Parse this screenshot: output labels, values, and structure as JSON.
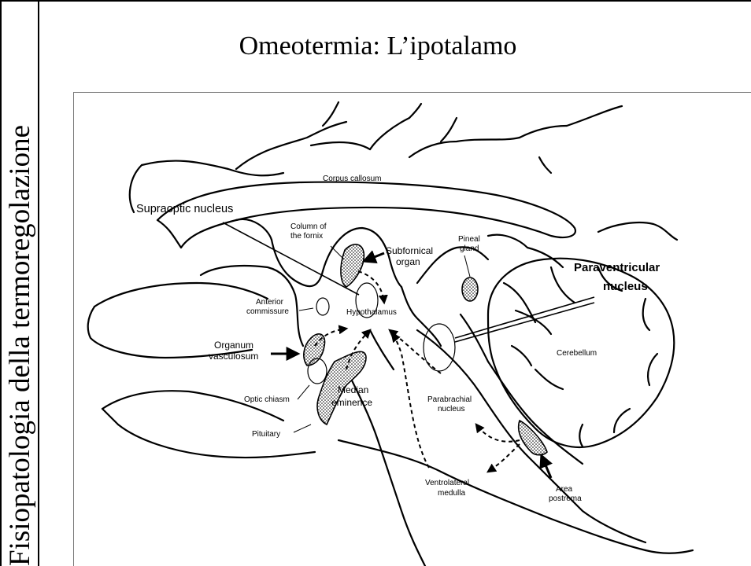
{
  "side_title": "Fisiopatologia della termoregolazione",
  "title": "Omeotermia: L’ipotalamo",
  "diagram": {
    "labels": {
      "corpus_callosum": "Corpus callosum",
      "supraoptic_nucleus": "Supraoptic nucleus",
      "column_fornix_1": "Column of",
      "column_fornix_2": "the fornix",
      "subfornical_1": "Subfornical",
      "subfornical_2": "organ",
      "pineal_1": "Pineal",
      "pineal_2": "gland",
      "paraventricular_1": "Paraventricular",
      "paraventricular_2": "nucleus",
      "anterior_commissure_1": "Anterior",
      "anterior_commissure_2": "commissure",
      "hypothalamus": "Hypothalamus",
      "organum_1": "Organum",
      "organum_2": "vasculosum",
      "cerebellum": "Cerebellum",
      "optic_chiasm": "Optic chiasm",
      "median_1": "Median",
      "median_2": "eminence",
      "parabrachial_1": "Parabrachial",
      "parabrachial_2": "nucleus",
      "pituitary": "Pituitary",
      "ventrolateral_1": "Ventrolateral",
      "ventrolateral_2": "medulla",
      "area_postrema_1": "Area",
      "area_postrema_2": "postrema"
    }
  }
}
